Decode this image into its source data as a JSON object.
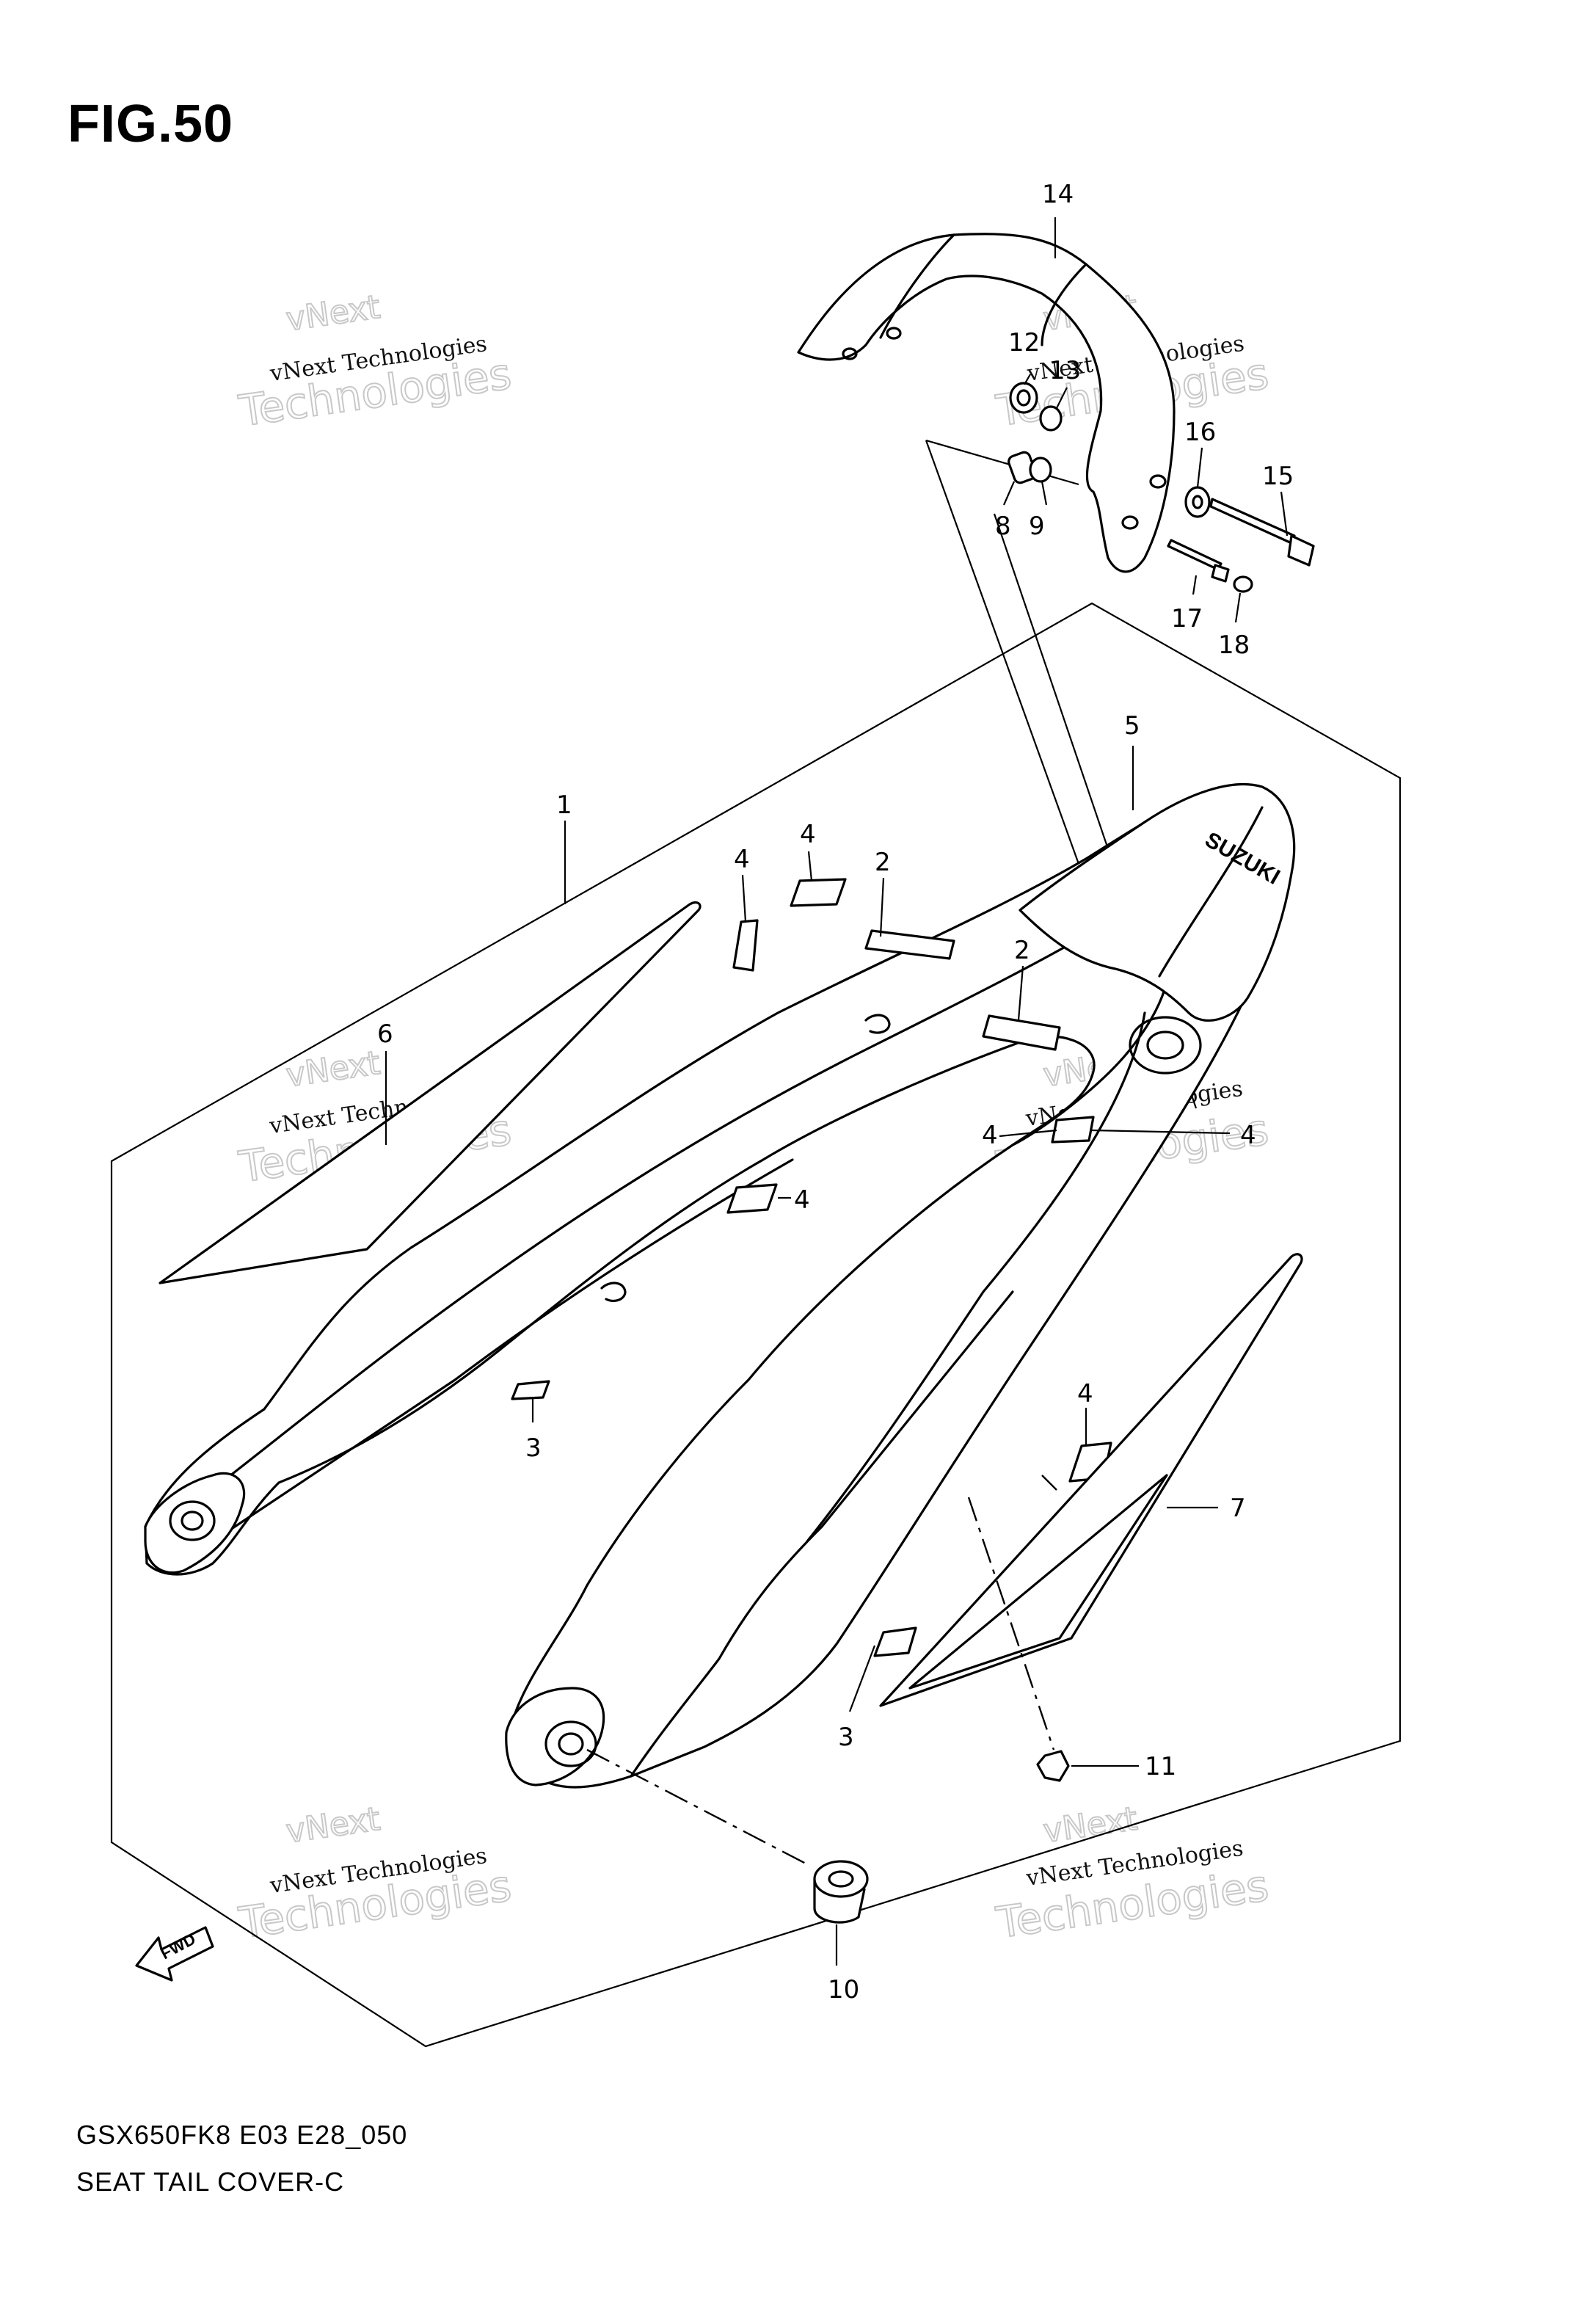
{
  "figure": {
    "title": "FIG.50",
    "model_code": "GSX650FK8 E03 E28_050",
    "caption": "SEAT TAIL COVER-C"
  },
  "watermark": {
    "line1": "vNext Technologies",
    "line2": "Technologies",
    "line3": "vNext"
  },
  "fwd_label": "FWD",
  "brand_mark": "SUZUKI",
  "callouts": [
    {
      "id": "c1",
      "label": "1"
    },
    {
      "id": "c2a",
      "label": "2"
    },
    {
      "id": "c2b",
      "label": "2"
    },
    {
      "id": "c3a",
      "label": "3"
    },
    {
      "id": "c3b",
      "label": "3"
    },
    {
      "id": "c4a",
      "label": "4"
    },
    {
      "id": "c4b",
      "label": "4"
    },
    {
      "id": "c4c",
      "label": "4"
    },
    {
      "id": "c4d",
      "label": "4"
    },
    {
      "id": "c4e",
      "label": "4"
    },
    {
      "id": "c4f",
      "label": "4"
    },
    {
      "id": "c5",
      "label": "5"
    },
    {
      "id": "c6",
      "label": "6"
    },
    {
      "id": "c7",
      "label": "7"
    },
    {
      "id": "c8",
      "label": "8"
    },
    {
      "id": "c9",
      "label": "9"
    },
    {
      "id": "c10",
      "label": "10"
    },
    {
      "id": "c11",
      "label": "11"
    },
    {
      "id": "c12",
      "label": "12"
    },
    {
      "id": "c13",
      "label": "13"
    },
    {
      "id": "c14",
      "label": "14"
    },
    {
      "id": "c15",
      "label": "15"
    },
    {
      "id": "c16",
      "label": "16"
    },
    {
      "id": "c17",
      "label": "17"
    },
    {
      "id": "c18",
      "label": "18"
    }
  ]
}
